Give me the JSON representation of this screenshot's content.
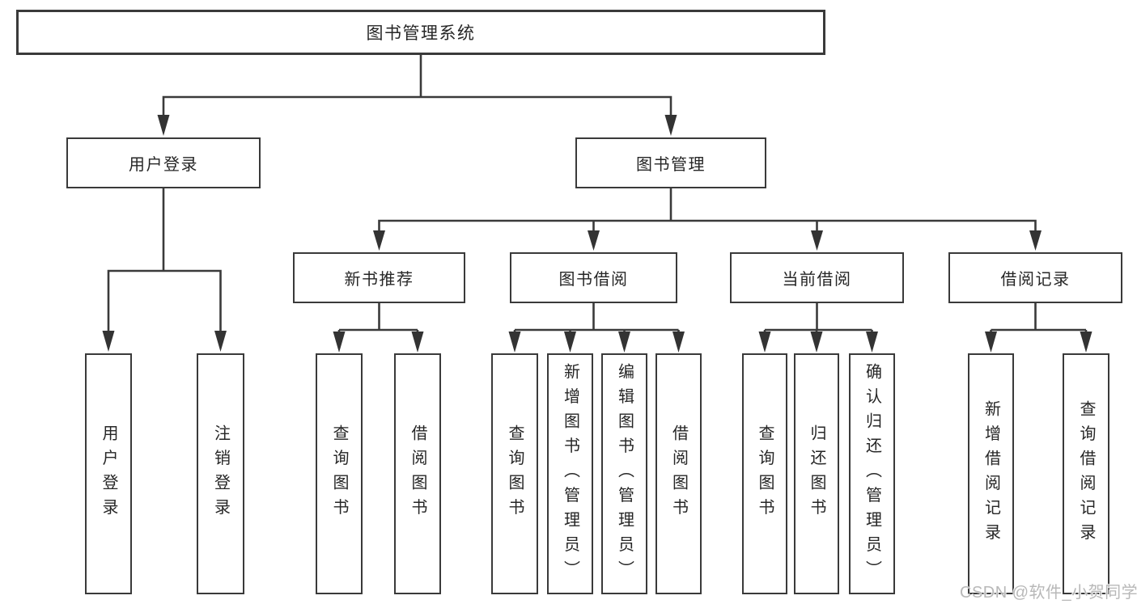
{
  "diagram": {
    "root": {
      "label": "图书管理系统"
    },
    "level2": [
      {
        "id": "user-login",
        "label": "用户登录"
      },
      {
        "id": "book-management",
        "label": "图书管理"
      }
    ],
    "level3": [
      {
        "id": "new-book-recommendation",
        "label": "新书推荐",
        "parent": "图书管理"
      },
      {
        "id": "book-borrowing",
        "label": "图书借阅",
        "parent": "图书管理"
      },
      {
        "id": "current-borrowing",
        "label": "当前借阅",
        "parent": "图书管理"
      },
      {
        "id": "borrowing-records",
        "label": "借阅记录",
        "parent": "图书管理"
      }
    ],
    "leaves": [
      {
        "id": "user-login",
        "label": "用户登录",
        "parent": "用户登录"
      },
      {
        "id": "logout",
        "label": "注销登录",
        "parent": "用户登录"
      },
      {
        "id": "query-books-recommend",
        "label": "查询图书",
        "parent": "新书推荐"
      },
      {
        "id": "borrow-books-recommend",
        "label": "借阅图书",
        "parent": "新书推荐"
      },
      {
        "id": "query-books-borrowing",
        "label": "查询图书",
        "parent": "图书借阅"
      },
      {
        "id": "add-books-admin",
        "label": "新增图书（管理员）",
        "parent": "图书借阅"
      },
      {
        "id": "edit-books-admin",
        "label": "编辑图书（管理员）",
        "parent": "图书借阅"
      },
      {
        "id": "borrow-books-borrowing",
        "label": "借阅图书",
        "parent": "图书借阅"
      },
      {
        "id": "query-books-current",
        "label": "查询图书",
        "parent": "当前借阅"
      },
      {
        "id": "return-books",
        "label": "归还图书",
        "parent": "当前借阅"
      },
      {
        "id": "confirm-return-admin",
        "label": "确认归还（管理员）",
        "parent": "当前借阅"
      },
      {
        "id": "add-borrow-record",
        "label": "新增借阅记录",
        "parent": "借阅记录"
      },
      {
        "id": "query-borrow-record",
        "label": "查询借阅记录",
        "parent": "借阅记录"
      }
    ],
    "watermark": "CSDN @软件_小贺同学",
    "colors": {
      "line": "#3a3a3a",
      "text": "#262626",
      "background": "#ffffff",
      "watermark": "#b2b2b2"
    }
  }
}
